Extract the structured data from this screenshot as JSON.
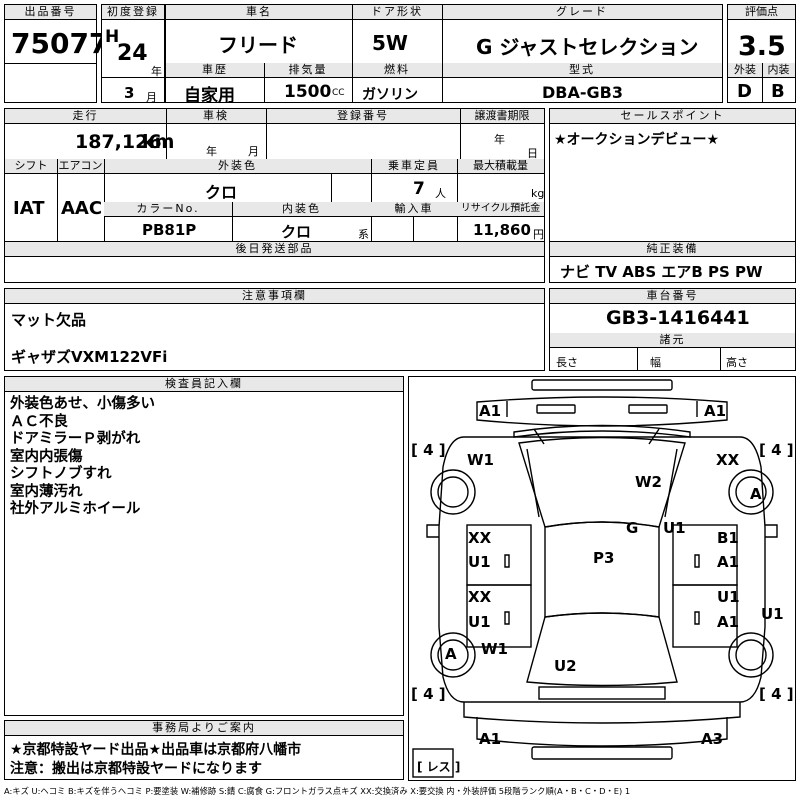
{
  "header": {
    "sale_no_label": "出品番号",
    "sale_no": "75077",
    "first_reg_label": "初度登録",
    "era": "H",
    "year": "24",
    "year_unit": "年",
    "month": "3",
    "month_unit": "月",
    "car_name_label": "車名",
    "car_name": "フリード",
    "door_label": "ドア形状",
    "door": "5W",
    "grade_label": "グレード",
    "grade": "G ジャストセレクション",
    "score_label": "評価点",
    "score": "3.5",
    "history_label": "車歴",
    "history": "自家用",
    "displacement_label": "排気量",
    "displacement": "1500",
    "displacement_unit": "CC",
    "fuel_label": "燃料",
    "fuel": "ガソリン",
    "model_label": "型式",
    "model": "DBA-GB3",
    "exterior_label": "外装",
    "exterior": "D",
    "interior_label": "内装",
    "interior": "B"
  },
  "details": {
    "mileage_label": "走行",
    "mileage": "187,126",
    "mileage_unit": "km",
    "inspection_label": "車検",
    "inspection_year_unit": "年",
    "inspection_month_unit": "月",
    "plate_label": "登録番号",
    "deadline_label": "譲渡書期限",
    "deadline_year_unit": "年",
    "deadline_day_unit": "日",
    "shift_label": "シフト",
    "shift": "IAT",
    "ac_label": "エアコン",
    "ac": "AAC",
    "ext_color_label": "外装色",
    "ext_color": "クロ",
    "capacity_label": "乗車定員",
    "capacity": "7",
    "capacity_unit": "人",
    "max_load_label": "最大積載量",
    "max_load_unit": "kg",
    "color_no_label": "カラーNo.",
    "color_no": "PB81P",
    "int_color_label": "内装色",
    "int_color": "クロ",
    "int_color_suffix": "系",
    "import_label": "輸入車",
    "recycle_label": "リサイクル預託金",
    "recycle": "11,860",
    "recycle_unit": "円",
    "later_parts_label": "後日発送部品"
  },
  "sales_point": {
    "label": "セールスポイント",
    "text": "★オークションデビュー★"
  },
  "equipment": {
    "label": "純正装備",
    "text": "ナビ TV ABS エアB PS PW"
  },
  "chassis": {
    "label": "車台番号",
    "value": "GB3-1416441",
    "dims_label": "諸元",
    "length": "長さ",
    "width": "幅",
    "height": "高さ"
  },
  "notes": {
    "label": "注意事項欄",
    "line1": "マット欠品",
    "line2": "ギャザズVXM122VFi"
  },
  "inspector": {
    "label": "検査員記入欄",
    "lines": [
      "外装色あせ、小傷多い",
      "ＡＣ不良",
      "ドアミラーＰ剥がれ",
      "室内内張傷",
      "シフトノブすれ",
      "室内薄汚れ",
      "社外アルミホイール"
    ]
  },
  "office": {
    "label": "事務局よりご案内",
    "line1": "★京都特設ヤード出品★出品車は京都府八幡市",
    "line2": "注意：搬出は京都特設ヤードになります"
  },
  "diagram": {
    "front_left": "A1",
    "front_right": "A1",
    "tire_fl_depth": "[ 4 ]",
    "tire_fr_depth": "[ 4 ]",
    "tire_rl_depth": "[ 4 ]",
    "tire_rr_depth": "[ 4 ]",
    "fl_fender": "W1",
    "fr_fender": "XX",
    "fr_wheel": "A",
    "windshield": "W2",
    "glass": "G",
    "cowl_right": "U1",
    "roof": "P3",
    "ld1a": "XX",
    "ld1b": "U1",
    "rd1a": "B1",
    "rd1b": "A1",
    "ld2a": "XX",
    "ld2b": "U1",
    "rd2a": "U1",
    "rd2b": "A1",
    "right_quarter": "U1",
    "rl_wheel": "A",
    "rl_fender": "W1",
    "rear_glass": "U2",
    "rear_left": "A1",
    "rear_right": "A3",
    "spare": "[ レス ]"
  },
  "legend": "A:キズ U:ヘコミ B:キズを伴うヘコミ P:要塗装 W:補修跡 S:錆 C:腐食 G:フロントガラス点キズ XX:交換済み X:要交換 内・外装評価 5段階ランク順(A・B・C・D・E) 1"
}
